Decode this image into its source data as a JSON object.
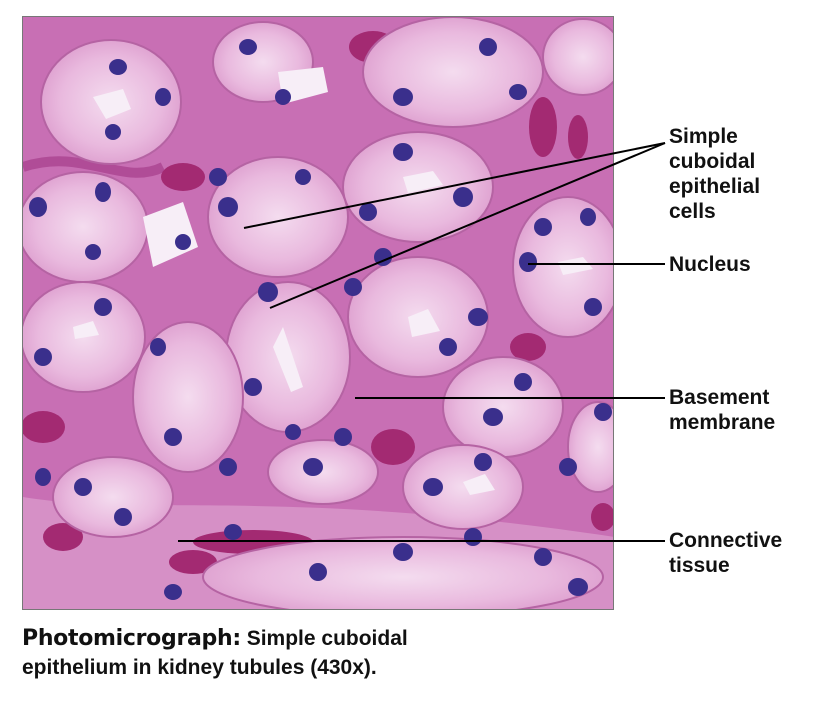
{
  "labels": {
    "epithelial_cells": [
      "Simple",
      "cuboidal",
      "epithelial",
      "cells"
    ],
    "nucleus": [
      "Nucleus"
    ],
    "basement_membrane": [
      "Basement",
      "membrane"
    ],
    "connective_tissue": [
      "Connective",
      "tissue"
    ]
  },
  "caption": {
    "lead": "Photomicrograph:",
    "line1": "Simple cuboidal",
    "line2": "epithelium in kidney tubules (430x)."
  },
  "colors": {
    "tissue_background": "#c86fb4",
    "tubule_cytoplasm": "#ecbfe3",
    "tubule_lumen": "#f7eef7",
    "nucleus": "#3a2f8c",
    "blood": "#a32a72",
    "leader_line": "#000000"
  }
}
